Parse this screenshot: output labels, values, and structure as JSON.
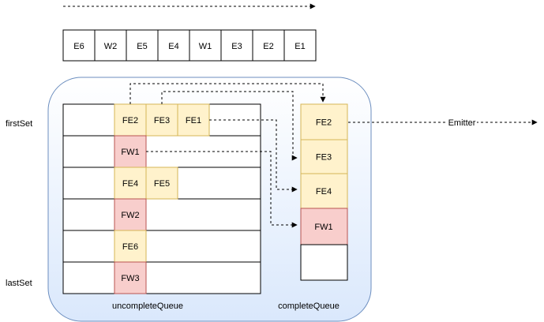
{
  "stream": {
    "items": [
      "E6",
      "W2",
      "E5",
      "E4",
      "W1",
      "E3",
      "E2",
      "E1"
    ]
  },
  "row_labels": {
    "first": "firstSet",
    "last": "lastSet"
  },
  "uncomplete_queue": {
    "label": "uncompleteQueue",
    "rows": [
      [
        {
          "text": "FE2",
          "kind": "element"
        },
        {
          "text": "FE3",
          "kind": "element"
        },
        {
          "text": "FE1",
          "kind": "element"
        }
      ],
      [
        {
          "text": "FW1",
          "kind": "watermark"
        }
      ],
      [
        {
          "text": "FE4",
          "kind": "element"
        },
        {
          "text": "FE5",
          "kind": "element"
        }
      ],
      [
        {
          "text": "FW2",
          "kind": "watermark"
        }
      ],
      [
        {
          "text": "FE6",
          "kind": "element"
        }
      ],
      [
        {
          "text": "FW3",
          "kind": "watermark"
        }
      ]
    ]
  },
  "complete_queue": {
    "label": "completeQueue",
    "items": [
      {
        "text": "FE2",
        "kind": "element"
      },
      {
        "text": "FE3",
        "kind": "element"
      },
      {
        "text": "FE4",
        "kind": "element"
      },
      {
        "text": "FW1",
        "kind": "watermark"
      },
      {
        "text": "",
        "kind": "empty"
      }
    ]
  },
  "output_label": "Emitter",
  "colors": {
    "element_fill": "#fff2cc",
    "element_stroke": "#d6b656",
    "watermark_fill": "#f8cecc",
    "watermark_stroke": "#b85450",
    "container_top": "#ffffff",
    "container_bottom": "#dae8fc",
    "container_stroke": "#6c8ebf"
  }
}
